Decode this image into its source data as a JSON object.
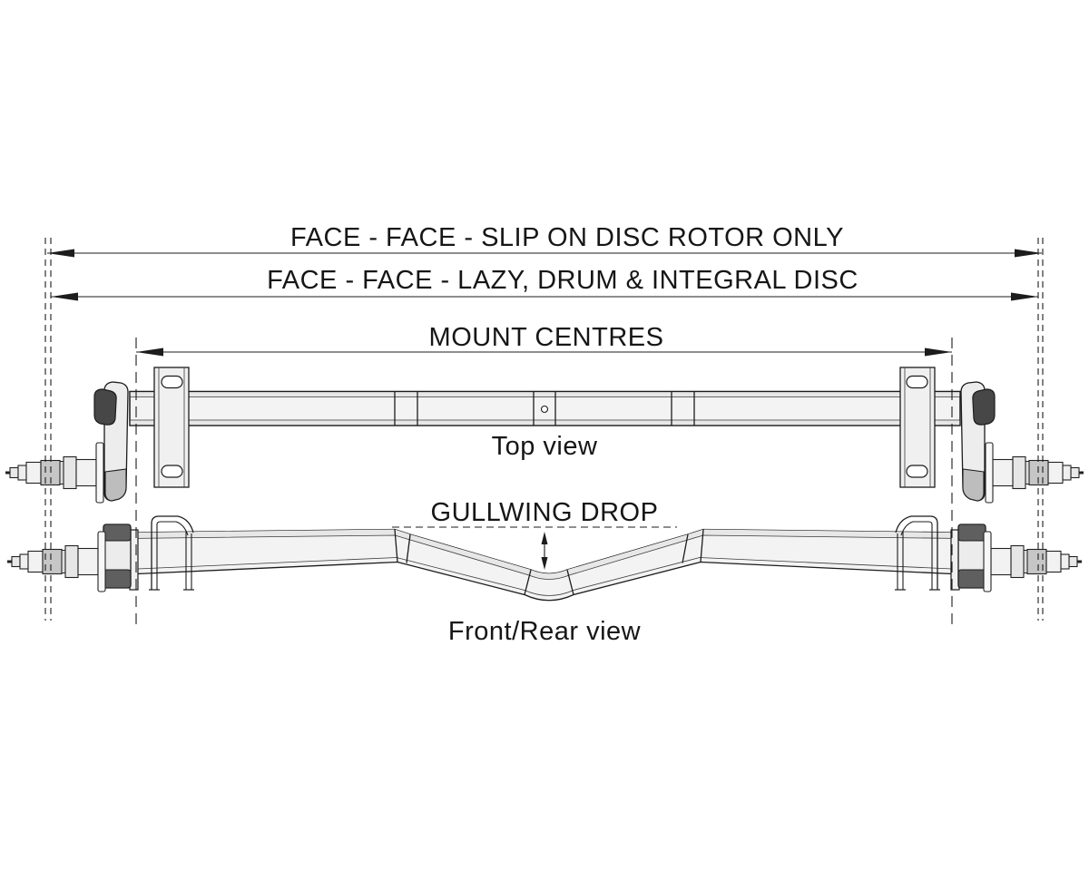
{
  "drawing": {
    "type": "technical-diagram",
    "subject": "gullwing drop trailer axle",
    "annotations": {
      "dim_face_slip": "FACE - FACE - SLIP ON DISC ROTOR ONLY",
      "dim_face_lazy": "FACE - FACE - LAZY, DRUM & INTEGRAL DISC",
      "dim_mount_centres": "MOUNT CENTRES",
      "drop_label": "GULLWING DROP",
      "view_top": "Top view",
      "view_front": "Front/Rear view"
    },
    "colors": {
      "line": "#1c1c1c",
      "fill_light": "#f3f3f3",
      "fill_strip": "#e7e7e7",
      "fill_mid": "#c6c6c6",
      "fill_dark": "#4a4a4a",
      "background": "#ffffff"
    }
  }
}
